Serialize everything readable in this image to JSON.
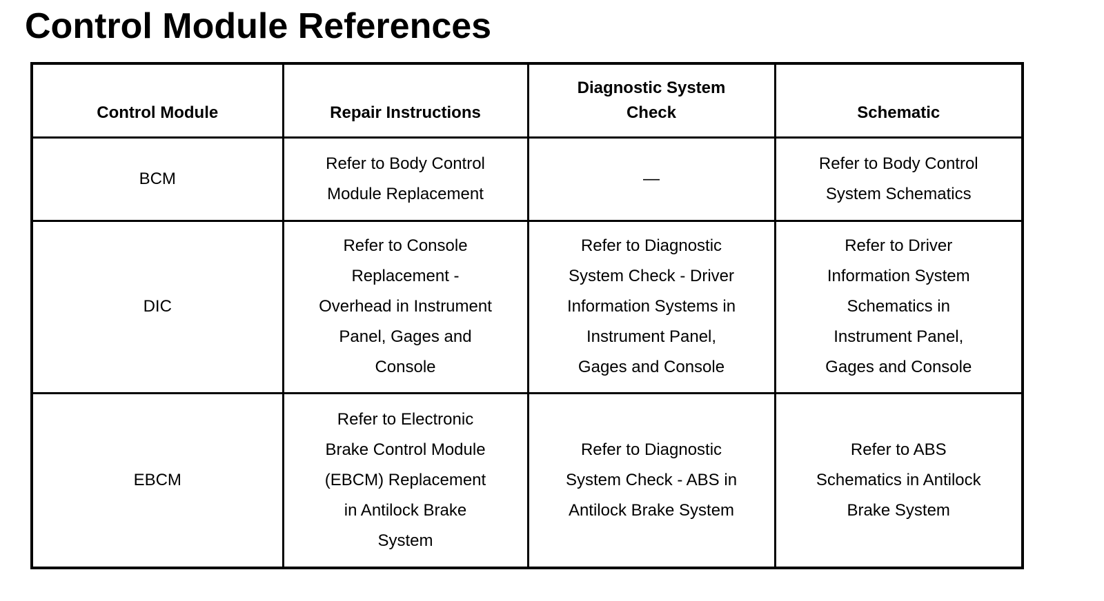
{
  "page": {
    "title": "Control Module References",
    "colors": {
      "text": "#000000",
      "background": "#ffffff",
      "table_border": "#000000"
    }
  },
  "table": {
    "columns": [
      {
        "label": "Control Module"
      },
      {
        "label": "Repair Instructions"
      },
      {
        "label": "Diagnostic System\nCheck"
      },
      {
        "label": "Schematic"
      }
    ],
    "rows": [
      {
        "module": "BCM",
        "repair": "Refer to Body Control\nModule Replacement",
        "diagnostic": "—",
        "schematic": "Refer to Body Control\nSystem Schematics"
      },
      {
        "module": "DIC",
        "repair": "Refer to Console\nReplacement -\nOverhead in Instrument\nPanel, Gages and\nConsole",
        "diagnostic": "Refer to Diagnostic\nSystem Check - Driver\nInformation Systems in\nInstrument Panel,\nGages and Console",
        "schematic": "Refer to Driver\nInformation System\nSchematics in\nInstrument Panel,\nGages and Console"
      },
      {
        "module": "EBCM",
        "repair": "Refer to Electronic\nBrake Control Module\n(EBCM) Replacement\nin Antilock Brake\nSystem",
        "diagnostic": "Refer to Diagnostic\nSystem Check - ABS in\nAntilock Brake System",
        "schematic": "Refer to ABS\nSchematics in Antilock\nBrake System"
      }
    ]
  }
}
